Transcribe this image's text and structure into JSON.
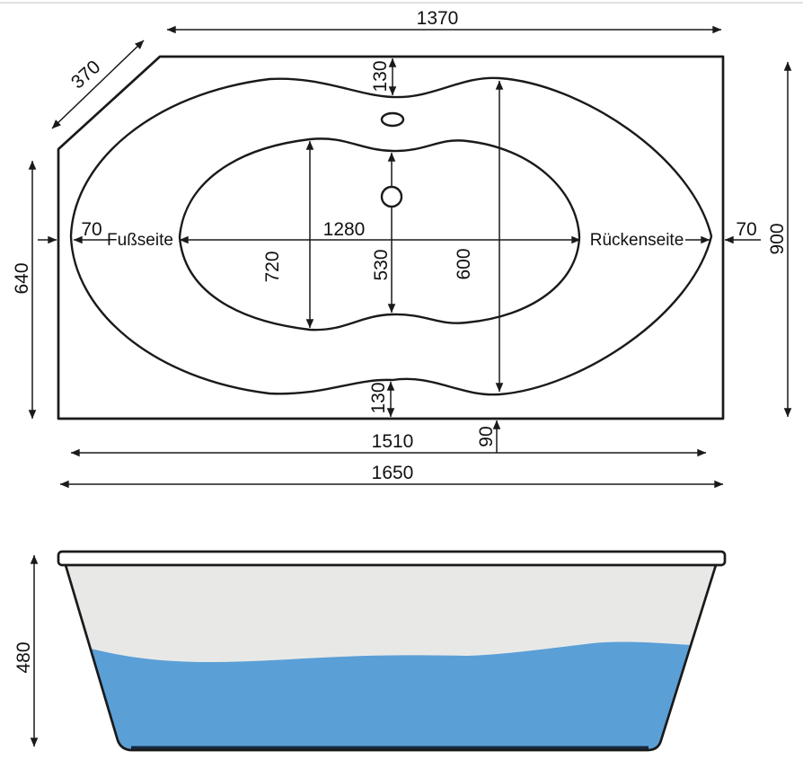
{
  "drawing": {
    "top_view": {
      "foot_label": "Fußseite",
      "back_label": "Rückenseite",
      "dim_top_edge": "1370",
      "dim_corner": "370",
      "dim_right_height": "900",
      "dim_left_height": "640",
      "dim_left_gap": "70",
      "dim_right_gap": "70",
      "dim_inner_length": "1280",
      "dim_top_gap": "130",
      "dim_bottom_gap": "130",
      "dim_basin_left": "720",
      "dim_basin_center": "530",
      "dim_basin_right": "600",
      "dim_bottom_offset": "90",
      "dim_basin_length": "1510",
      "dim_overall_length": "1650"
    },
    "side_view": {
      "dim_height": "480"
    },
    "colors": {
      "deck": "#e2e3e1",
      "basin_ring": "#cbccca",
      "basin_inner": "#b9bab8",
      "tub_body": "#e8e9e7",
      "water": "#5b9fd7",
      "water_base": "#16293d",
      "line": "#1a1a1a"
    }
  }
}
